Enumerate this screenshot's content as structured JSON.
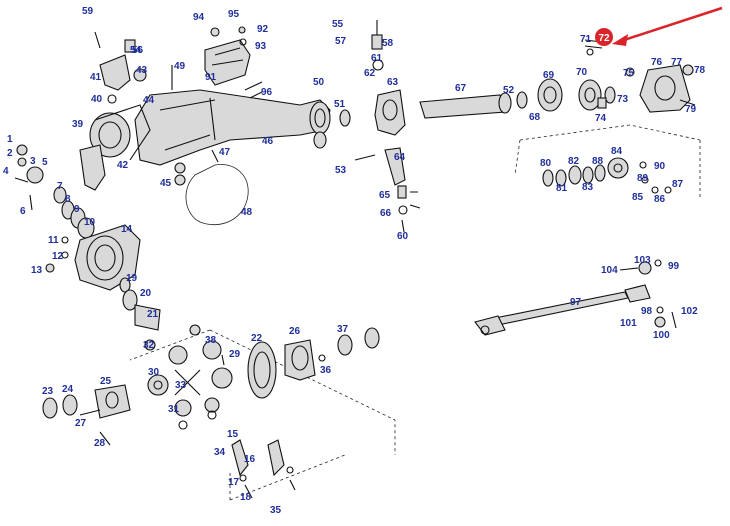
{
  "highlight": {
    "label": "72",
    "color": "#d9252a",
    "arrow_color": "#d9252a"
  },
  "label_color": "#1f2f9a",
  "labels": [
    "1",
    "2",
    "3",
    "4",
    "5",
    "6",
    "7",
    "8",
    "9",
    "10",
    "11",
    "12",
    "13",
    "14",
    "15",
    "16",
    "17",
    "18",
    "19",
    "20",
    "21",
    "22",
    "23",
    "24",
    "25",
    "26",
    "27",
    "28",
    "29",
    "30",
    "31",
    "32",
    "33",
    "34",
    "35",
    "36",
    "37",
    "38",
    "39",
    "40",
    "41",
    "42",
    "43",
    "44",
    "45",
    "46",
    "47",
    "48",
    "49",
    "50",
    "51",
    "52",
    "53",
    "54",
    "55",
    "56",
    "57",
    "58",
    "59",
    "60",
    "61",
    "62",
    "63",
    "64",
    "65",
    "66",
    "67",
    "68",
    "69",
    "70",
    "71",
    "73",
    "74",
    "75",
    "76",
    "77",
    "78",
    "79",
    "80",
    "81",
    "82",
    "83",
    "84",
    "85",
    "86",
    "87",
    "88",
    "89",
    "90",
    "91",
    "92",
    "93",
    "94",
    "95",
    "96",
    "97",
    "98",
    "99",
    "100",
    "101",
    "102",
    "103",
    "104"
  ]
}
